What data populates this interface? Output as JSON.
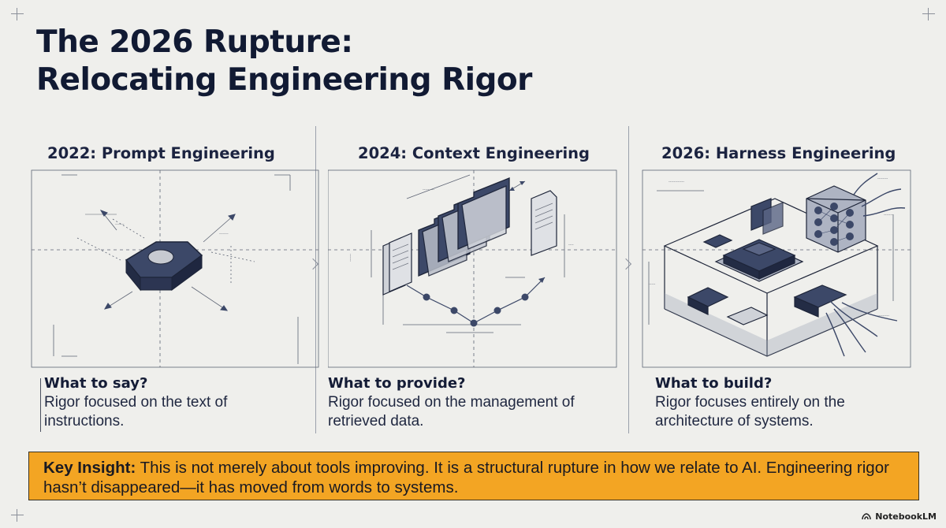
{
  "title": {
    "line1": "The 2026 Rupture:",
    "line2": "Relocating Engineering Rigor"
  },
  "panels": [
    {
      "heading": "2022: Prompt Engineering",
      "question": "What to say?",
      "description": "Rigor focused on the text of instructions.",
      "illustration_icon": "keycap-icon"
    },
    {
      "heading": "2024: Context Engineering",
      "question": "What to provide?",
      "description": "Rigor focused on the management of retrieved data.",
      "illustration_icon": "folders-icon"
    },
    {
      "heading": "2026: Harness Engineering",
      "question": "What to build?",
      "description": "Rigor focuses entirely on the architecture of systems.",
      "illustration_icon": "system-architecture-icon"
    }
  ],
  "key_insight": {
    "label": "Key Insight:",
    "text": " This is not merely about tools improving. It is a structural rupture in how we relate to AI. Engineering rigor hasn’t disappeared—it has moved from words to systems."
  },
  "branding": {
    "name": "NotebookLM",
    "icon": "notebooklm-logo-icon"
  },
  "colors": {
    "background": "#efefec",
    "ink": "#17213a",
    "accent_navy": "#3c4868",
    "insight_orange": "#f3a523"
  }
}
